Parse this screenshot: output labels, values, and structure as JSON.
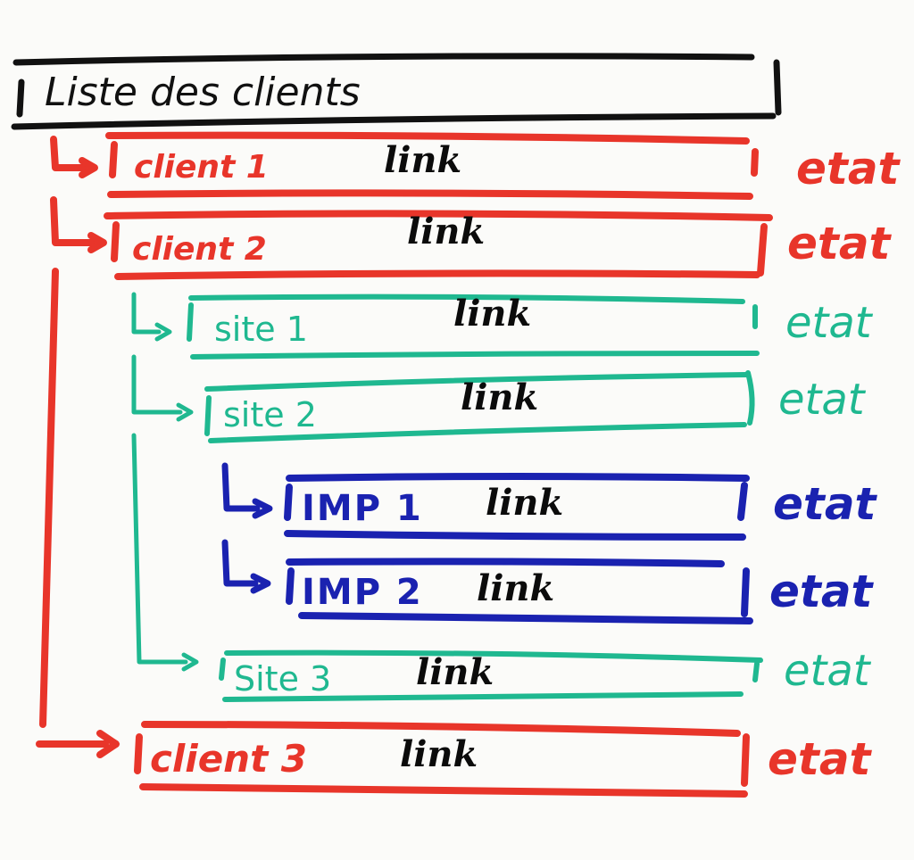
{
  "colors": {
    "header": "#111111",
    "client": "#e8352a",
    "site": "#1fb890",
    "imp": "#1a22b0",
    "link": "#0b0b0b"
  },
  "header": {
    "title": "Liste des clients"
  },
  "rows": [
    {
      "label": "client 1",
      "link": "link",
      "state": "etat"
    },
    {
      "label": "client 2",
      "link": "link",
      "state": "etat"
    },
    {
      "label": "site 1",
      "link": "link",
      "state": "etat"
    },
    {
      "label": "site 2",
      "link": "link",
      "state": "etat"
    },
    {
      "label": "IMP 1",
      "link": "link",
      "state": "etat"
    },
    {
      "label": "IMP 2",
      "link": "link",
      "state": "etat"
    },
    {
      "label": "Site 3",
      "link": "link",
      "state": "etat"
    },
    {
      "label": "client 3",
      "link": "link",
      "state": "etat"
    }
  ]
}
